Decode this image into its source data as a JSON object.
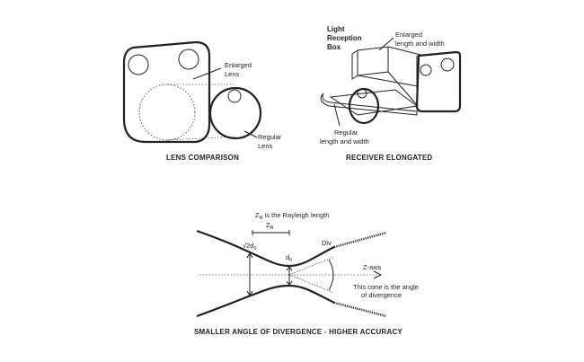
{
  "lens_panel": {
    "caption": "LENS COMPARISON",
    "enlarged_label_1": "Enlarged",
    "enlarged_label_2": "Lens",
    "regular_label_1": "Regular",
    "regular_label_2": "Lens"
  },
  "receiver_panel": {
    "caption": "RECEIVER ELONGATED",
    "box_label_1": "Light",
    "box_label_2": "Reception",
    "box_label_3": "Box",
    "enlarged_label_1": "Enlarged",
    "enlarged_label_2": "length and width",
    "regular_label_1": "Regular",
    "regular_label_2": "length and width"
  },
  "beam_panel": {
    "caption": "SMALLER ANGLE OF DIVERGENCE - HIGHER ACCURACY",
    "rayleigh_symbol": "Z",
    "rayleigh_sub": "R",
    "rayleigh_text": " is the Rayleigh length",
    "zr_symbol": "Z",
    "zr_sub": "R",
    "width_label": "√2d",
    "width_sub": "0",
    "waist_label": "d",
    "waist_sub": "0",
    "div_label": "Div",
    "axis_label": "Z-axis",
    "cone_label_1": "This cone is the angle",
    "cone_label_2": "of divergence"
  }
}
